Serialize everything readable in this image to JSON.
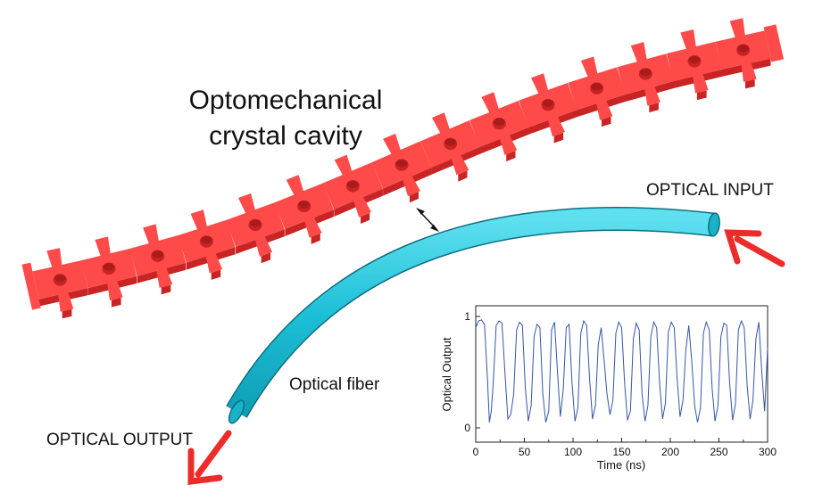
{
  "labels": {
    "cavity_line1": "Optomechanical",
    "cavity_line2": "crystal cavity",
    "optical_input": "OPTICAL INPUT",
    "optical_output": "OPTICAL OUTPUT",
    "optical_fiber": "Optical fiber"
  },
  "colors": {
    "cavity": "#ff4a4a",
    "cavity_side": "#c92424",
    "fiber": "#1cbfd6",
    "fiber_edge": "#0d6f80",
    "arrow": "#ee2b2b",
    "trace": "#3455a8"
  },
  "chart_data": {
    "type": "line",
    "xlabel": "Time (ns)",
    "ylabel": "Optical Output",
    "xlim": [
      0,
      300
    ],
    "ylim": [
      0,
      1
    ],
    "xticks": [
      "0",
      "50",
      "100",
      "150",
      "200",
      "250",
      "300"
    ],
    "yticks": [
      "0",
      "1"
    ],
    "series": [
      {
        "values": [
          [
            0,
            0.9
          ],
          [
            3,
            0.96
          ],
          [
            6,
            0.97
          ],
          [
            9,
            0.93
          ],
          [
            12,
            0.45
          ],
          [
            14,
            0.05
          ],
          [
            16,
            0.15
          ],
          [
            18,
            0.4
          ],
          [
            21,
            0.92
          ],
          [
            24,
            0.96
          ],
          [
            27,
            0.94
          ],
          [
            30,
            0.5
          ],
          [
            33,
            0.08
          ],
          [
            36,
            0.12
          ],
          [
            39,
            0.3
          ],
          [
            42,
            0.88
          ],
          [
            45,
            0.95
          ],
          [
            48,
            0.92
          ],
          [
            51,
            0.35
          ],
          [
            54,
            0.06
          ],
          [
            57,
            0.2
          ],
          [
            60,
            0.82
          ],
          [
            63,
            0.93
          ],
          [
            66,
            0.9
          ],
          [
            69,
            0.3
          ],
          [
            72,
            0.05
          ],
          [
            75,
            0.15
          ],
          [
            78,
            0.88
          ],
          [
            81,
            0.95
          ],
          [
            84,
            0.5
          ],
          [
            87,
            0.1
          ],
          [
            90,
            0.35
          ],
          [
            93,
            0.9
          ],
          [
            96,
            0.93
          ],
          [
            99,
            0.4
          ],
          [
            102,
            0.06
          ],
          [
            105,
            0.18
          ],
          [
            108,
            0.85
          ],
          [
            111,
            0.96
          ],
          [
            114,
            0.92
          ],
          [
            117,
            0.45
          ],
          [
            120,
            0.08
          ],
          [
            123,
            0.2
          ],
          [
            126,
            0.75
          ],
          [
            129,
            0.9
          ],
          [
            132,
            0.6
          ],
          [
            135,
            0.3
          ],
          [
            138,
            0.12
          ],
          [
            141,
            0.25
          ],
          [
            144,
            0.85
          ],
          [
            147,
            0.95
          ],
          [
            150,
            0.9
          ],
          [
            153,
            0.4
          ],
          [
            156,
            0.07
          ],
          [
            159,
            0.15
          ],
          [
            162,
            0.8
          ],
          [
            165,
            0.94
          ],
          [
            168,
            0.88
          ],
          [
            171,
            0.3
          ],
          [
            174,
            0.06
          ],
          [
            177,
            0.2
          ],
          [
            180,
            0.82
          ],
          [
            183,
            0.95
          ],
          [
            186,
            0.9
          ],
          [
            189,
            0.4
          ],
          [
            192,
            0.08
          ],
          [
            195,
            0.22
          ],
          [
            198,
            0.86
          ],
          [
            201,
            0.95
          ],
          [
            204,
            0.9
          ],
          [
            207,
            0.45
          ],
          [
            210,
            0.1
          ],
          [
            213,
            0.25
          ],
          [
            216,
            0.7
          ],
          [
            219,
            0.92
          ],
          [
            222,
            0.6
          ],
          [
            225,
            0.2
          ],
          [
            228,
            0.05
          ],
          [
            231,
            0.18
          ],
          [
            234,
            0.85
          ],
          [
            237,
            0.95
          ],
          [
            240,
            0.88
          ],
          [
            243,
            0.35
          ],
          [
            246,
            0.06
          ],
          [
            249,
            0.2
          ],
          [
            252,
            0.82
          ],
          [
            255,
            0.94
          ],
          [
            258,
            0.92
          ],
          [
            261,
            0.4
          ],
          [
            264,
            0.07
          ],
          [
            267,
            0.22
          ],
          [
            270,
            0.88
          ],
          [
            273,
            0.96
          ],
          [
            276,
            0.9
          ],
          [
            279,
            0.38
          ],
          [
            282,
            0.08
          ],
          [
            285,
            0.25
          ],
          [
            288,
            0.8
          ],
          [
            291,
            0.95
          ],
          [
            294,
            0.5
          ],
          [
            297,
            0.15
          ],
          [
            300,
            0.72
          ]
        ]
      }
    ]
  }
}
